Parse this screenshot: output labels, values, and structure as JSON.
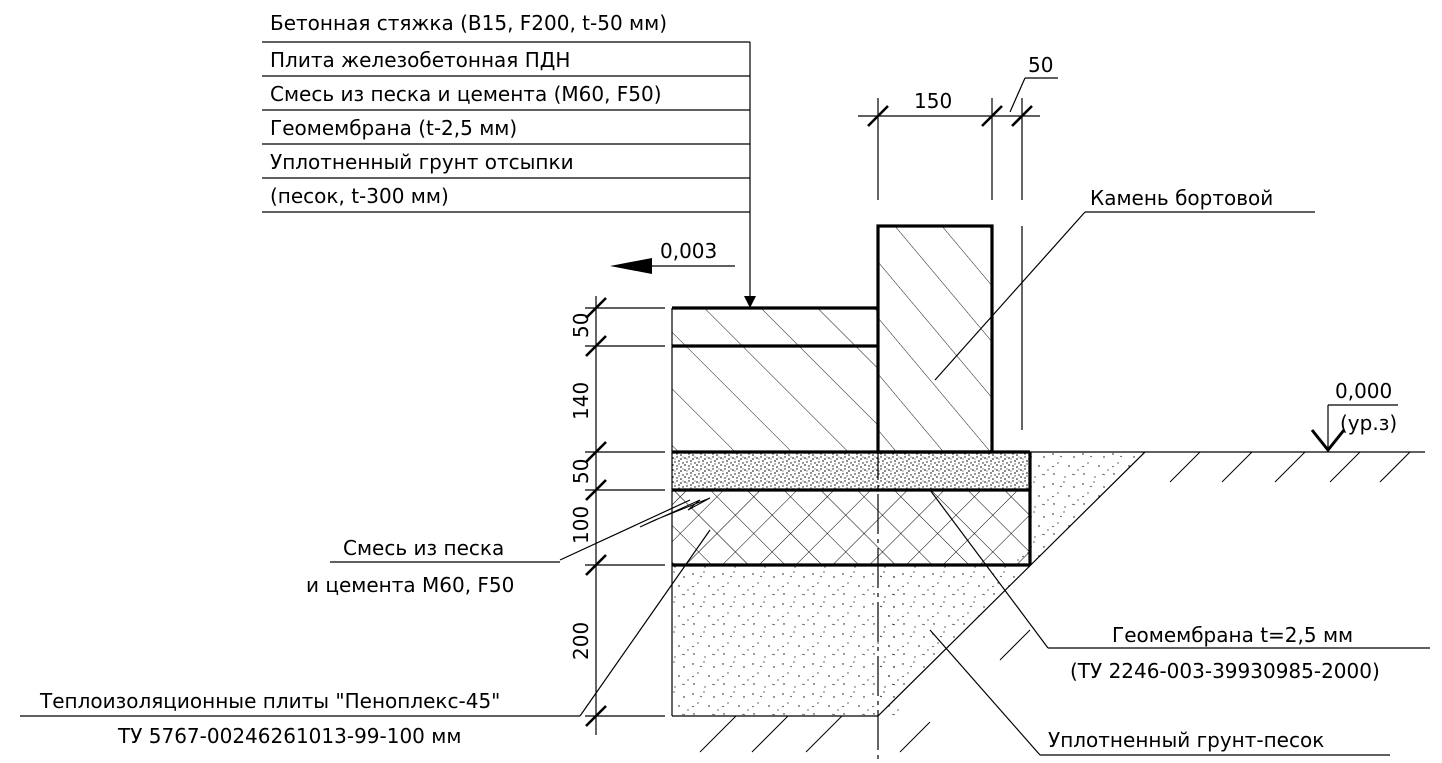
{
  "layers_legend": [
    "Бетонная стяжка (B15, F200, t-50 мм)",
    "Плита железобетонная ПДН",
    "Смесь из песка и цемента (М60, F50)",
    "Геомембрана (t-2,5 мм)",
    "Уплотненный грунт отсыпки",
    "(песок, t-300 мм)"
  ],
  "labels": {
    "curb": "Камень бортовой",
    "slope": "0,003",
    "level_value": "0,000",
    "level_note": "(ур.з)",
    "sand_mix_1": "Смесь из песка",
    "sand_mix_2": "и цемента М60, F50",
    "geomembrane_1": "Геомембрана t=2,5 мм",
    "geomembrane_2": "(ТУ 2246-003-39930985-2000)",
    "insulation_1": "Теплоизоляционные плиты \"Пеноплекс-45\"",
    "insulation_2": "ТУ 5767-00246261013-99-100 мм",
    "soil": "Уплотненный грунт-песок"
  },
  "dimensions": {
    "top_curb_width": "150",
    "top_gap": "50",
    "side_1": "50",
    "side_2": "140",
    "side_3": "50",
    "side_4": "100",
    "side_5": "200"
  }
}
